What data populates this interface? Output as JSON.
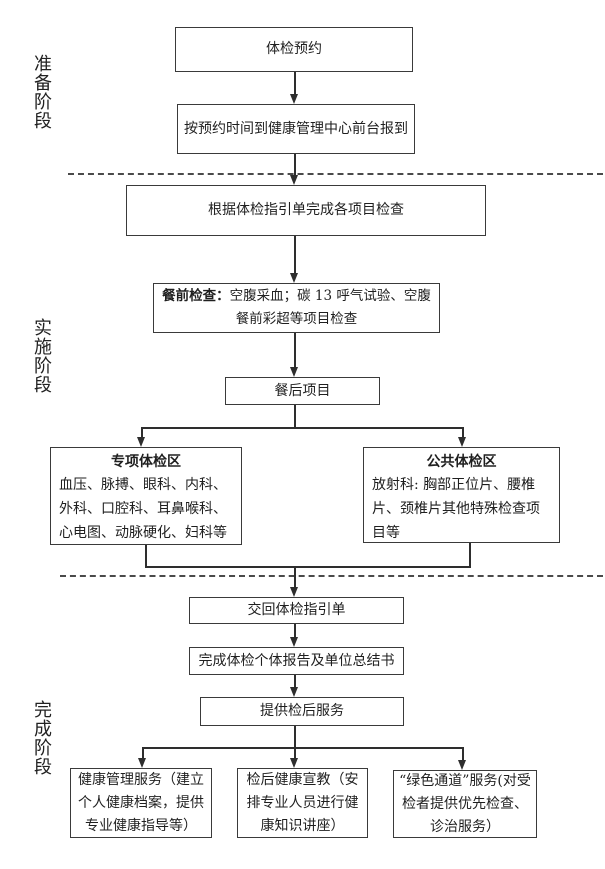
{
  "phases": {
    "preparation": "准备阶段",
    "implementation": "实施阶段",
    "completion": "完成阶段"
  },
  "nodes": {
    "appointment": "体检预约",
    "checkin": "按预约时间到健康管理中心前台报到",
    "guide_complete": "根据体检指引单完成各项目检查",
    "premeal_label": "餐前检查：",
    "premeal_text": "空腹采血；碳 13 呼气试验、空腹餐前彩超等项目检查",
    "postmeal": "餐后项目",
    "special_area_title": "专项体检区",
    "special_area_text": "血压、脉搏、眼科、内科、外科、口腔科、耳鼻喉科、心电图、动脉硬化、妇科等",
    "public_area_title": "公共体检区",
    "public_area_text": "放射科: 胸部正位片、腰椎片、颈椎片其他特殊检查项目等",
    "return_guide": "交回体检指引单",
    "report": "完成体检个体报告及单位总结书",
    "post_service": "提供检后服务",
    "health_management": "健康管理服务（建立个人健康档案，提供专业健康指导等）",
    "health_education": "检后健康宣教（安排专业人员进行健康知识讲座）",
    "green_channel": "“绿色通道”服务(对受检者提供优先检查、诊治服务）"
  },
  "colors": {
    "line": "#2e2e2e",
    "background": "#ffffff",
    "text": "#1f1f1f"
  }
}
